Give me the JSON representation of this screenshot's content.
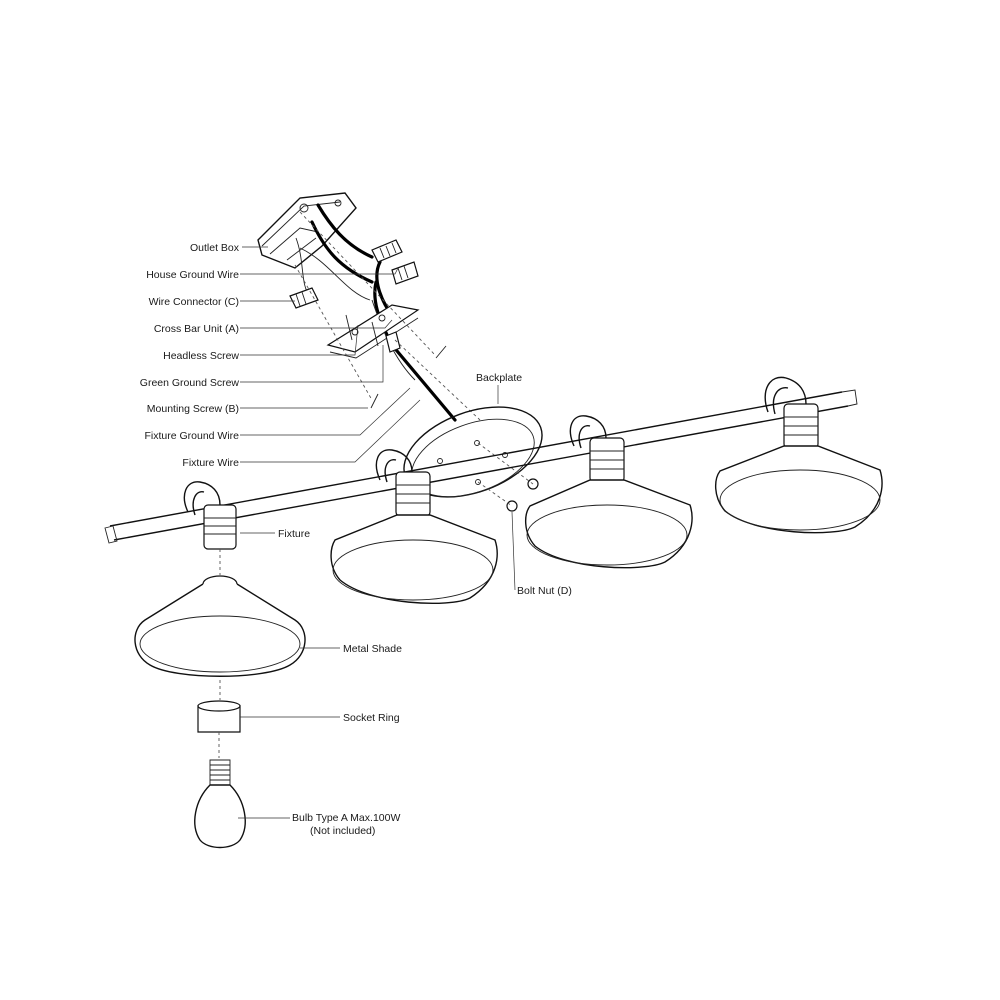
{
  "labels": {
    "outlet_box": "Outlet Box",
    "house_ground_wire": "House Ground Wire",
    "wire_connector": "Wire Connector (C)",
    "cross_bar_unit": "Cross Bar Unit (A)",
    "headless_screw": "Headless Screw",
    "green_ground_screw": "Green Ground Screw",
    "mounting_screw": "Mounting Screw (B)",
    "fixture_ground_wire": "Fixture Ground Wire",
    "fixture_wire": "Fixture Wire",
    "backplate": "Backplate",
    "fixture": "Fixture",
    "bolt_nut": "Bolt Nut (D)",
    "metal_shade": "Metal Shade",
    "socket_ring": "Socket Ring",
    "bulb_line1": "Bulb Type A Max.100W",
    "bulb_line2": "(Not included)"
  },
  "icons": [
    "outlet-box-icon",
    "wire-connector-icon",
    "cross-bar-icon",
    "screw-icon",
    "backplate-icon",
    "lamp-shade-icon",
    "socket-ring-icon",
    "light-bulb-icon"
  ]
}
